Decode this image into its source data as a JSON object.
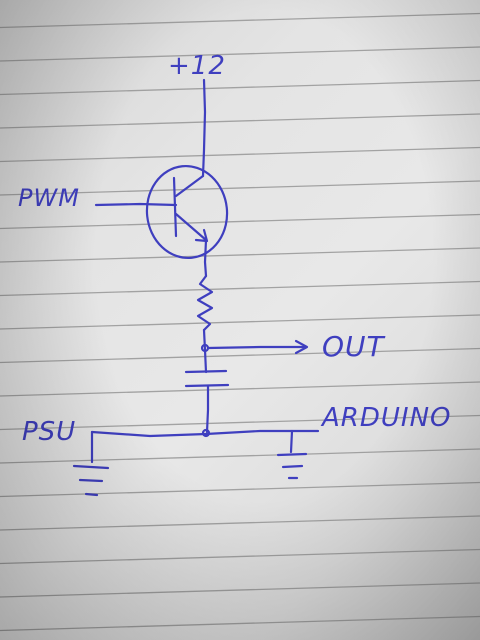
{
  "schematic": {
    "supply_label": "+12",
    "input_label": "PWM",
    "output_label": "OUT",
    "left_ground_label": "PSU",
    "right_ground_label": "ARDUINO",
    "components": [
      "npn-transistor",
      "resistor",
      "capacitor",
      "ground",
      "ground"
    ]
  },
  "colors": {
    "ink": "#3f3fbf",
    "paper": "#e4e4e4",
    "rule_line": "#8c8c8c"
  }
}
